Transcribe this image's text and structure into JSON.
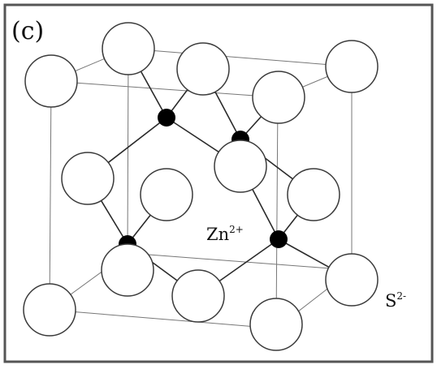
{
  "figure": {
    "panel_label": "(c)",
    "labels": {
      "zn": {
        "base": "Zn",
        "superscript": "2+"
      },
      "s": {
        "base": "S",
        "superscript": "2-"
      }
    },
    "colors": {
      "frame": "#555555",
      "cube_edges": "#777777",
      "bonds": "#2a2a2a",
      "s_ion_fill": "#ffffff",
      "s_ion_outline": "#3a3a3a",
      "zn_ion_fill": "#000000"
    }
  }
}
